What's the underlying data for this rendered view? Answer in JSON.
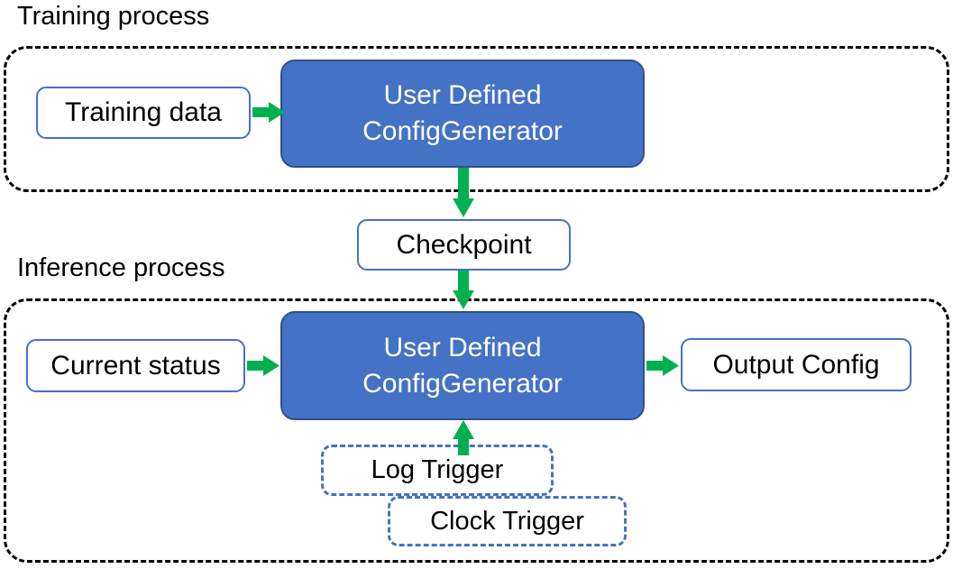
{
  "diagram": {
    "title_training": "Training process",
    "title_inference": "Inference process",
    "colors": {
      "process_fill": "#4472C4",
      "process_border": "#2F528F",
      "box_border": "#4472C4",
      "arrow": "#00B050",
      "container_border": "#000000",
      "text_dark": "#000000",
      "text_light": "#FFFFFF"
    }
  },
  "training": {
    "container_label": "Training process",
    "input_box": "Training data",
    "process_box": {
      "line1": "User Defined",
      "line2": "ConfigGenerator"
    }
  },
  "checkpoint": {
    "label": "Checkpoint"
  },
  "inference": {
    "container_label": "Inference process",
    "input_box": "Current status",
    "process_box": {
      "line1": "User Defined",
      "line2": "ConfigGenerator"
    },
    "output_box": "Output Config",
    "triggers": [
      {
        "label": "Log Trigger"
      },
      {
        "label": "Clock Trigger"
      }
    ]
  },
  "arrows": [
    {
      "name": "training-data-to-generator",
      "direction": "right"
    },
    {
      "name": "training-generator-to-checkpoint",
      "direction": "down"
    },
    {
      "name": "checkpoint-to-inference-generator",
      "direction": "down"
    },
    {
      "name": "current-status-to-generator",
      "direction": "right"
    },
    {
      "name": "generator-to-output-config",
      "direction": "right"
    },
    {
      "name": "triggers-to-generator",
      "direction": "up"
    }
  ]
}
